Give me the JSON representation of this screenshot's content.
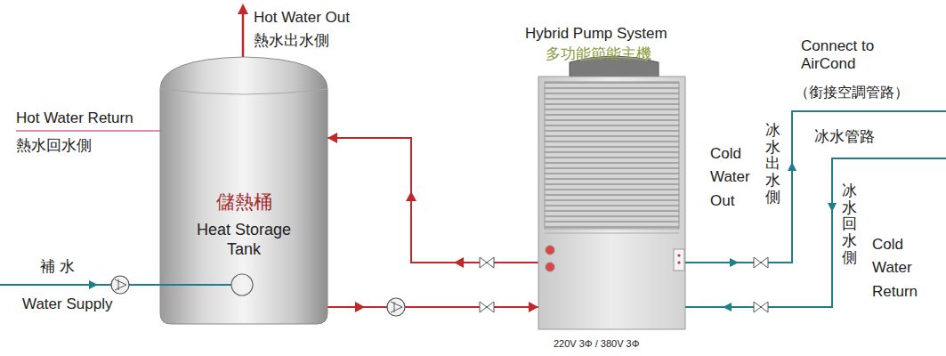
{
  "diagram": {
    "nodes": [
      {
        "text": [
          "儲熱桶",
          "Heat Storage Tank"
        ]
      },
      {
        "text": [
          "Hybrid Pump System",
          "多功能節能主機"
        ]
      }
    ],
    "edges": [
      {
        "from": 1,
        "to": 0,
        "arrow": "to"
      },
      {
        "from": 0,
        "to": 1,
        "arrow": "to"
      }
    ],
    "labels": [
      "Hot Water Out",
      "熱水出水側",
      "Hot Water Return",
      "熱水回水側",
      "補 水",
      "Water Supply",
      "Connect to AirCond",
      "（銜接空調管路）",
      "冰水管路",
      "Cold Water Out",
      "冰水出水側",
      "冰水回水側",
      "Cold Water Return",
      "220V 3Φ / 380V 3Φ"
    ]
  }
}
